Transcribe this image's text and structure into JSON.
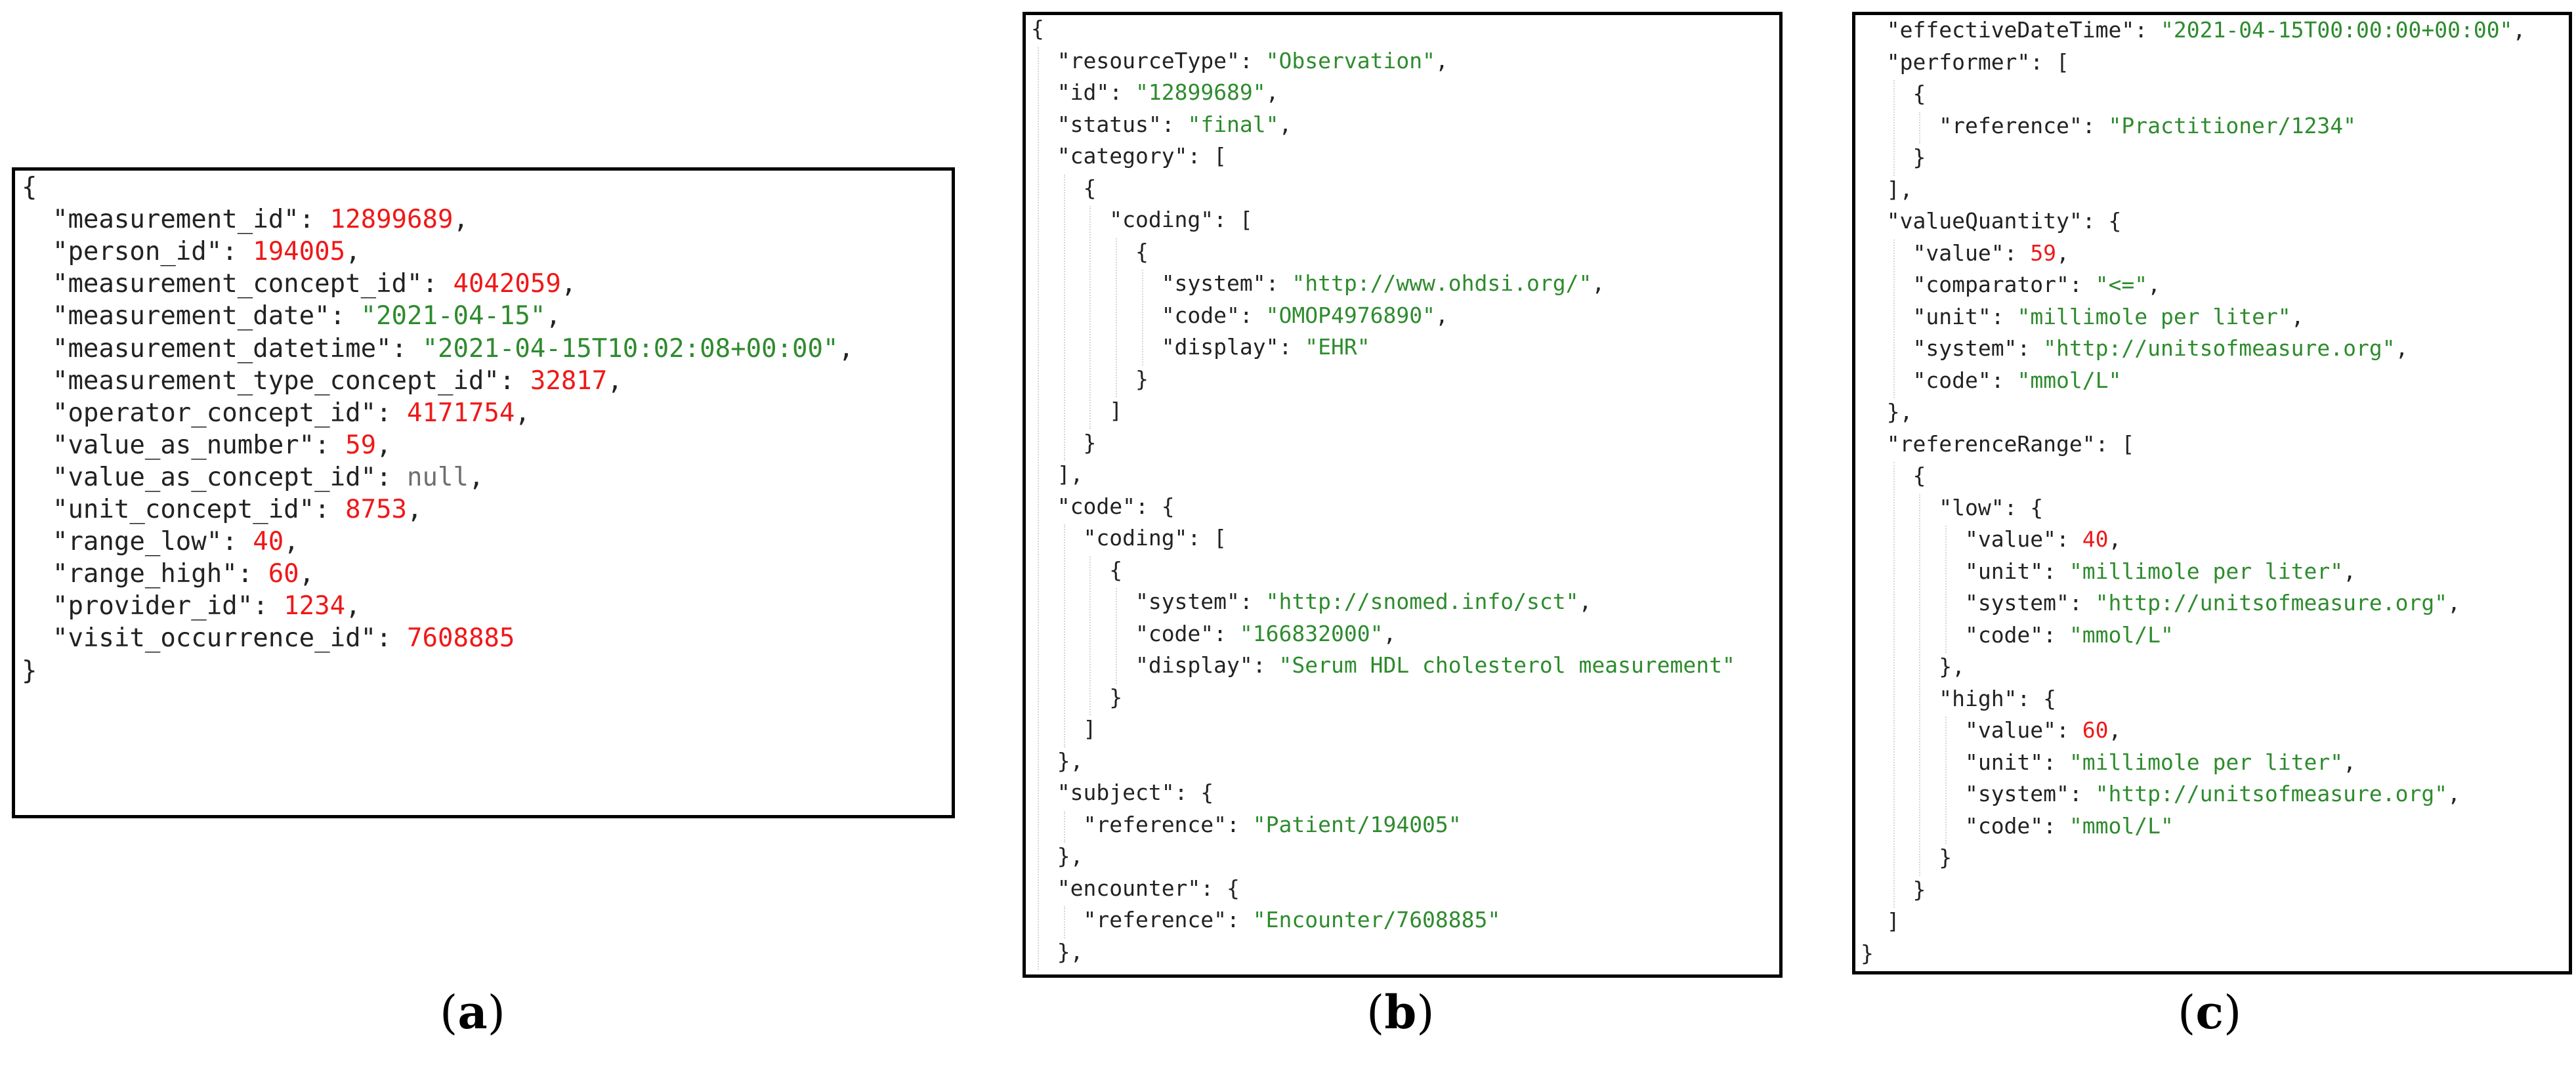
{
  "colors": {
    "key": "#222222",
    "string": "#2e8b2e",
    "number": "#f01818",
    "null": "#6f6f6f",
    "border": "#000000"
  },
  "captions": {
    "a": {
      "open": "(",
      "letter": "a",
      "close": ")"
    },
    "b": {
      "open": "(",
      "letter": "b",
      "close": ")"
    },
    "c": {
      "open": "(",
      "letter": "c",
      "close": ")"
    }
  },
  "panels": {
    "a": {
      "lines": [
        [
          [
            "p",
            "{"
          ]
        ],
        [
          [
            "i",
            "  "
          ],
          [
            "k",
            "\"measurement_id\""
          ],
          [
            "p",
            ": "
          ],
          [
            "n",
            "12899689"
          ],
          [
            "p",
            ","
          ]
        ],
        [
          [
            "i",
            "  "
          ],
          [
            "k",
            "\"person_id\""
          ],
          [
            "p",
            ": "
          ],
          [
            "n",
            "194005"
          ],
          [
            "p",
            ","
          ]
        ],
        [
          [
            "i",
            "  "
          ],
          [
            "k",
            "\"measurement_concept_id\""
          ],
          [
            "p",
            ": "
          ],
          [
            "n",
            "4042059"
          ],
          [
            "p",
            ","
          ]
        ],
        [
          [
            "i",
            "  "
          ],
          [
            "k",
            "\"measurement_date\""
          ],
          [
            "p",
            ": "
          ],
          [
            "s",
            "\"2021-04-15\""
          ],
          [
            "p",
            ","
          ]
        ],
        [
          [
            "i",
            "  "
          ],
          [
            "k",
            "\"measurement_datetime\""
          ],
          [
            "p",
            ": "
          ],
          [
            "s",
            "\"2021-04-15T10:02:08+00:00\""
          ],
          [
            "p",
            ","
          ]
        ],
        [
          [
            "i",
            "  "
          ],
          [
            "k",
            "\"measurement_type_concept_id\""
          ],
          [
            "p",
            ": "
          ],
          [
            "n",
            "32817"
          ],
          [
            "p",
            ","
          ]
        ],
        [
          [
            "i",
            "  "
          ],
          [
            "k",
            "\"operator_concept_id\""
          ],
          [
            "p",
            ": "
          ],
          [
            "n",
            "4171754"
          ],
          [
            "p",
            ","
          ]
        ],
        [
          [
            "i",
            "  "
          ],
          [
            "k",
            "\"value_as_number\""
          ],
          [
            "p",
            ": "
          ],
          [
            "n",
            "59"
          ],
          [
            "p",
            ","
          ]
        ],
        [
          [
            "i",
            "  "
          ],
          [
            "k",
            "\"value_as_concept_id\""
          ],
          [
            "p",
            ": "
          ],
          [
            "nl",
            "null"
          ],
          [
            "p",
            ","
          ]
        ],
        [
          [
            "i",
            "  "
          ],
          [
            "k",
            "\"unit_concept_id\""
          ],
          [
            "p",
            ": "
          ],
          [
            "n",
            "8753"
          ],
          [
            "p",
            ","
          ]
        ],
        [
          [
            "i",
            "  "
          ],
          [
            "k",
            "\"range_low\""
          ],
          [
            "p",
            ": "
          ],
          [
            "n",
            "40"
          ],
          [
            "p",
            ","
          ]
        ],
        [
          [
            "i",
            "  "
          ],
          [
            "k",
            "\"range_high\""
          ],
          [
            "p",
            ": "
          ],
          [
            "n",
            "60"
          ],
          [
            "p",
            ","
          ]
        ],
        [
          [
            "i",
            "  "
          ],
          [
            "k",
            "\"provider_id\""
          ],
          [
            "p",
            ": "
          ],
          [
            "n",
            "1234"
          ],
          [
            "p",
            ","
          ]
        ],
        [
          [
            "i",
            "  "
          ],
          [
            "k",
            "\"visit_occurrence_id\""
          ],
          [
            "p",
            ": "
          ],
          [
            "n",
            "7608885"
          ]
        ],
        [
          [
            "p",
            "}"
          ]
        ]
      ]
    },
    "b": {
      "lines": [
        [
          [
            "p",
            "{"
          ]
        ],
        [
          [
            "i",
            "  "
          ],
          [
            "k",
            "\"resourceType\""
          ],
          [
            "p",
            ": "
          ],
          [
            "s",
            "\"Observation\""
          ],
          [
            "p",
            ","
          ]
        ],
        [
          [
            "i",
            "  "
          ],
          [
            "k",
            "\"id\""
          ],
          [
            "p",
            ": "
          ],
          [
            "s",
            "\"12899689\""
          ],
          [
            "p",
            ","
          ]
        ],
        [
          [
            "i",
            "  "
          ],
          [
            "k",
            "\"status\""
          ],
          [
            "p",
            ": "
          ],
          [
            "s",
            "\"final\""
          ],
          [
            "p",
            ","
          ]
        ],
        [
          [
            "i",
            "  "
          ],
          [
            "k",
            "\"category\""
          ],
          [
            "p",
            ": ["
          ]
        ],
        [
          [
            "i",
            "    "
          ],
          [
            "p",
            "{"
          ]
        ],
        [
          [
            "i",
            "      "
          ],
          [
            "k",
            "\"coding\""
          ],
          [
            "p",
            ": ["
          ]
        ],
        [
          [
            "i",
            "        "
          ],
          [
            "p",
            "{"
          ]
        ],
        [
          [
            "i",
            "          "
          ],
          [
            "k",
            "\"system\""
          ],
          [
            "p",
            ": "
          ],
          [
            "s",
            "\"http://www.ohdsi.org/\""
          ],
          [
            "p",
            ","
          ]
        ],
        [
          [
            "i",
            "          "
          ],
          [
            "k",
            "\"code\""
          ],
          [
            "p",
            ": "
          ],
          [
            "s",
            "\"OMOP4976890\""
          ],
          [
            "p",
            ","
          ]
        ],
        [
          [
            "i",
            "          "
          ],
          [
            "k",
            "\"display\""
          ],
          [
            "p",
            ": "
          ],
          [
            "s",
            "\"EHR\""
          ]
        ],
        [
          [
            "i",
            "        "
          ],
          [
            "p",
            "}"
          ]
        ],
        [
          [
            "i",
            "      "
          ],
          [
            "p",
            "]"
          ]
        ],
        [
          [
            "i",
            "    "
          ],
          [
            "p",
            "}"
          ]
        ],
        [
          [
            "i",
            "  "
          ],
          [
            "p",
            "],"
          ]
        ],
        [
          [
            "i",
            "  "
          ],
          [
            "k",
            "\"code\""
          ],
          [
            "p",
            ": {"
          ]
        ],
        [
          [
            "i",
            "    "
          ],
          [
            "k",
            "\"coding\""
          ],
          [
            "p",
            ": ["
          ]
        ],
        [
          [
            "i",
            "      "
          ],
          [
            "p",
            "{"
          ]
        ],
        [
          [
            "i",
            "        "
          ],
          [
            "k",
            "\"system\""
          ],
          [
            "p",
            ": "
          ],
          [
            "s",
            "\"http://snomed.info/sct\""
          ],
          [
            "p",
            ","
          ]
        ],
        [
          [
            "i",
            "        "
          ],
          [
            "k",
            "\"code\""
          ],
          [
            "p",
            ": "
          ],
          [
            "s",
            "\"166832000\""
          ],
          [
            "p",
            ","
          ]
        ],
        [
          [
            "i",
            "        "
          ],
          [
            "k",
            "\"display\""
          ],
          [
            "p",
            ": "
          ],
          [
            "s",
            "\"Serum HDL cholesterol measurement\""
          ]
        ],
        [
          [
            "i",
            "      "
          ],
          [
            "p",
            "}"
          ]
        ],
        [
          [
            "i",
            "    "
          ],
          [
            "p",
            "]"
          ]
        ],
        [
          [
            "i",
            "  "
          ],
          [
            "p",
            "},"
          ]
        ],
        [
          [
            "i",
            "  "
          ],
          [
            "k",
            "\"subject\""
          ],
          [
            "p",
            ": {"
          ]
        ],
        [
          [
            "i",
            "    "
          ],
          [
            "k",
            "\"reference\""
          ],
          [
            "p",
            ": "
          ],
          [
            "s",
            "\"Patient/194005\""
          ]
        ],
        [
          [
            "i",
            "  "
          ],
          [
            "p",
            "},"
          ]
        ],
        [
          [
            "i",
            "  "
          ],
          [
            "k",
            "\"encounter\""
          ],
          [
            "p",
            ": {"
          ]
        ],
        [
          [
            "i",
            "    "
          ],
          [
            "k",
            "\"reference\""
          ],
          [
            "p",
            ": "
          ],
          [
            "s",
            "\"Encounter/7608885\""
          ]
        ],
        [
          [
            "i",
            "  "
          ],
          [
            "p",
            "},"
          ]
        ]
      ]
    },
    "c": {
      "lines": [
        [
          [
            "i",
            "  "
          ],
          [
            "k",
            "\"effectiveDateTime\""
          ],
          [
            "p",
            ": "
          ],
          [
            "s",
            "\"2021-04-15T00:00:00+00:00\""
          ],
          [
            "p",
            ","
          ]
        ],
        [
          [
            "i",
            "  "
          ],
          [
            "k",
            "\"performer\""
          ],
          [
            "p",
            ": ["
          ]
        ],
        [
          [
            "i",
            "    "
          ],
          [
            "p",
            "{"
          ]
        ],
        [
          [
            "i",
            "      "
          ],
          [
            "k",
            "\"reference\""
          ],
          [
            "p",
            ": "
          ],
          [
            "s",
            "\"Practitioner/1234\""
          ]
        ],
        [
          [
            "i",
            "    "
          ],
          [
            "p",
            "}"
          ]
        ],
        [
          [
            "i",
            "  "
          ],
          [
            "p",
            "],"
          ]
        ],
        [
          [
            "i",
            "  "
          ],
          [
            "k",
            "\"valueQuantity\""
          ],
          [
            "p",
            ": {"
          ]
        ],
        [
          [
            "i",
            "    "
          ],
          [
            "k",
            "\"value\""
          ],
          [
            "p",
            ": "
          ],
          [
            "n",
            "59"
          ],
          [
            "p",
            ","
          ]
        ],
        [
          [
            "i",
            "    "
          ],
          [
            "k",
            "\"comparator\""
          ],
          [
            "p",
            ": "
          ],
          [
            "s",
            "\"<=\""
          ],
          [
            "p",
            ","
          ]
        ],
        [
          [
            "i",
            "    "
          ],
          [
            "k",
            "\"unit\""
          ],
          [
            "p",
            ": "
          ],
          [
            "s",
            "\"millimole per liter\""
          ],
          [
            "p",
            ","
          ]
        ],
        [
          [
            "i",
            "    "
          ],
          [
            "k",
            "\"system\""
          ],
          [
            "p",
            ": "
          ],
          [
            "s",
            "\"http://unitsofmeasure.org\""
          ],
          [
            "p",
            ","
          ]
        ],
        [
          [
            "i",
            "    "
          ],
          [
            "k",
            "\"code\""
          ],
          [
            "p",
            ": "
          ],
          [
            "s",
            "\"mmol/L\""
          ]
        ],
        [
          [
            "i",
            "  "
          ],
          [
            "p",
            "},"
          ]
        ],
        [
          [
            "i",
            "  "
          ],
          [
            "k",
            "\"referenceRange\""
          ],
          [
            "p",
            ": ["
          ]
        ],
        [
          [
            "i",
            "    "
          ],
          [
            "p",
            "{"
          ]
        ],
        [
          [
            "i",
            "      "
          ],
          [
            "k",
            "\"low\""
          ],
          [
            "p",
            ": {"
          ]
        ],
        [
          [
            "i",
            "        "
          ],
          [
            "k",
            "\"value\""
          ],
          [
            "p",
            ": "
          ],
          [
            "n",
            "40"
          ],
          [
            "p",
            ","
          ]
        ],
        [
          [
            "i",
            "        "
          ],
          [
            "k",
            "\"unit\""
          ],
          [
            "p",
            ": "
          ],
          [
            "s",
            "\"millimole per liter\""
          ],
          [
            "p",
            ","
          ]
        ],
        [
          [
            "i",
            "        "
          ],
          [
            "k",
            "\"system\""
          ],
          [
            "p",
            ": "
          ],
          [
            "s",
            "\"http://unitsofmeasure.org\""
          ],
          [
            "p",
            ","
          ]
        ],
        [
          [
            "i",
            "        "
          ],
          [
            "k",
            "\"code\""
          ],
          [
            "p",
            ": "
          ],
          [
            "s",
            "\"mmol/L\""
          ]
        ],
        [
          [
            "i",
            "      "
          ],
          [
            "p",
            "},"
          ]
        ],
        [
          [
            "i",
            "      "
          ],
          [
            "k",
            "\"high\""
          ],
          [
            "p",
            ": {"
          ]
        ],
        [
          [
            "i",
            "        "
          ],
          [
            "k",
            "\"value\""
          ],
          [
            "p",
            ": "
          ],
          [
            "n",
            "60"
          ],
          [
            "p",
            ","
          ]
        ],
        [
          [
            "i",
            "        "
          ],
          [
            "k",
            "\"unit\""
          ],
          [
            "p",
            ": "
          ],
          [
            "s",
            "\"millimole per liter\""
          ],
          [
            "p",
            ","
          ]
        ],
        [
          [
            "i",
            "        "
          ],
          [
            "k",
            "\"system\""
          ],
          [
            "p",
            ": "
          ],
          [
            "s",
            "\"http://unitsofmeasure.org\""
          ],
          [
            "p",
            ","
          ]
        ],
        [
          [
            "i",
            "        "
          ],
          [
            "k",
            "\"code\""
          ],
          [
            "p",
            ": "
          ],
          [
            "s",
            "\"mmol/L\""
          ]
        ],
        [
          [
            "i",
            "      "
          ],
          [
            "p",
            "}"
          ]
        ],
        [
          [
            "i",
            "    "
          ],
          [
            "p",
            "}"
          ]
        ],
        [
          [
            "i",
            "  "
          ],
          [
            "p",
            "]"
          ]
        ],
        [
          [
            "p",
            "}"
          ]
        ]
      ]
    }
  }
}
